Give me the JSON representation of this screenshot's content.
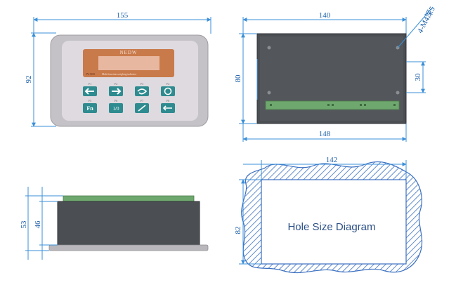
{
  "front_view": {
    "width_dim": "155",
    "height_dim": "92",
    "lcd_brand": "NEDW",
    "lcd_model": "JY-500",
    "lcd_subtitle": "Multi-function weighing indicator",
    "keys": [
      {
        "icon": "arrow-left-icon",
        "glyph": "",
        "label": "F1"
      },
      {
        "icon": "arrow-right-icon",
        "glyph": "",
        "label": "F2"
      },
      {
        "icon": "rotate-icon",
        "glyph": "",
        "label": "F3"
      },
      {
        "icon": "power-icon",
        "glyph": "",
        "label": "F4"
      },
      {
        "icon": "fn-icon",
        "glyph": "Fn",
        "label": "F5"
      },
      {
        "icon": "fraction-icon",
        "glyph": "1/0",
        "label": "F6"
      },
      {
        "icon": "zero-slash-icon",
        "glyph": "",
        "label": "F7"
      },
      {
        "icon": "enter-icon",
        "glyph": "",
        "label": "F8"
      }
    ],
    "colors": {
      "panel": "#ddd9de",
      "bezel": "#c4c2c6",
      "lcd_frame": "#c97a4a",
      "lcd_screen": "#e8b7a0",
      "key": "#2e8b8f"
    }
  },
  "rear_view": {
    "width_top_dim": "140",
    "width_bottom_dim": "148",
    "height_dim": "80",
    "mount_spacing_dim": "30",
    "screw_note": "4-M4深5",
    "colors": {
      "body": "#4b4f53",
      "terminal": "#6fa86f"
    }
  },
  "side_view": {
    "total_height_dim": "53",
    "body_height_dim": "46",
    "colors": {
      "body": "#4b4f53",
      "terminal": "#6fa86f",
      "bezel": "#b9b7bb"
    }
  },
  "hole_view": {
    "width_dim": "142",
    "height_dim": "82",
    "caption": "Hole Size Diagram",
    "colors": {
      "hatch": "#3a6fc0"
    }
  }
}
